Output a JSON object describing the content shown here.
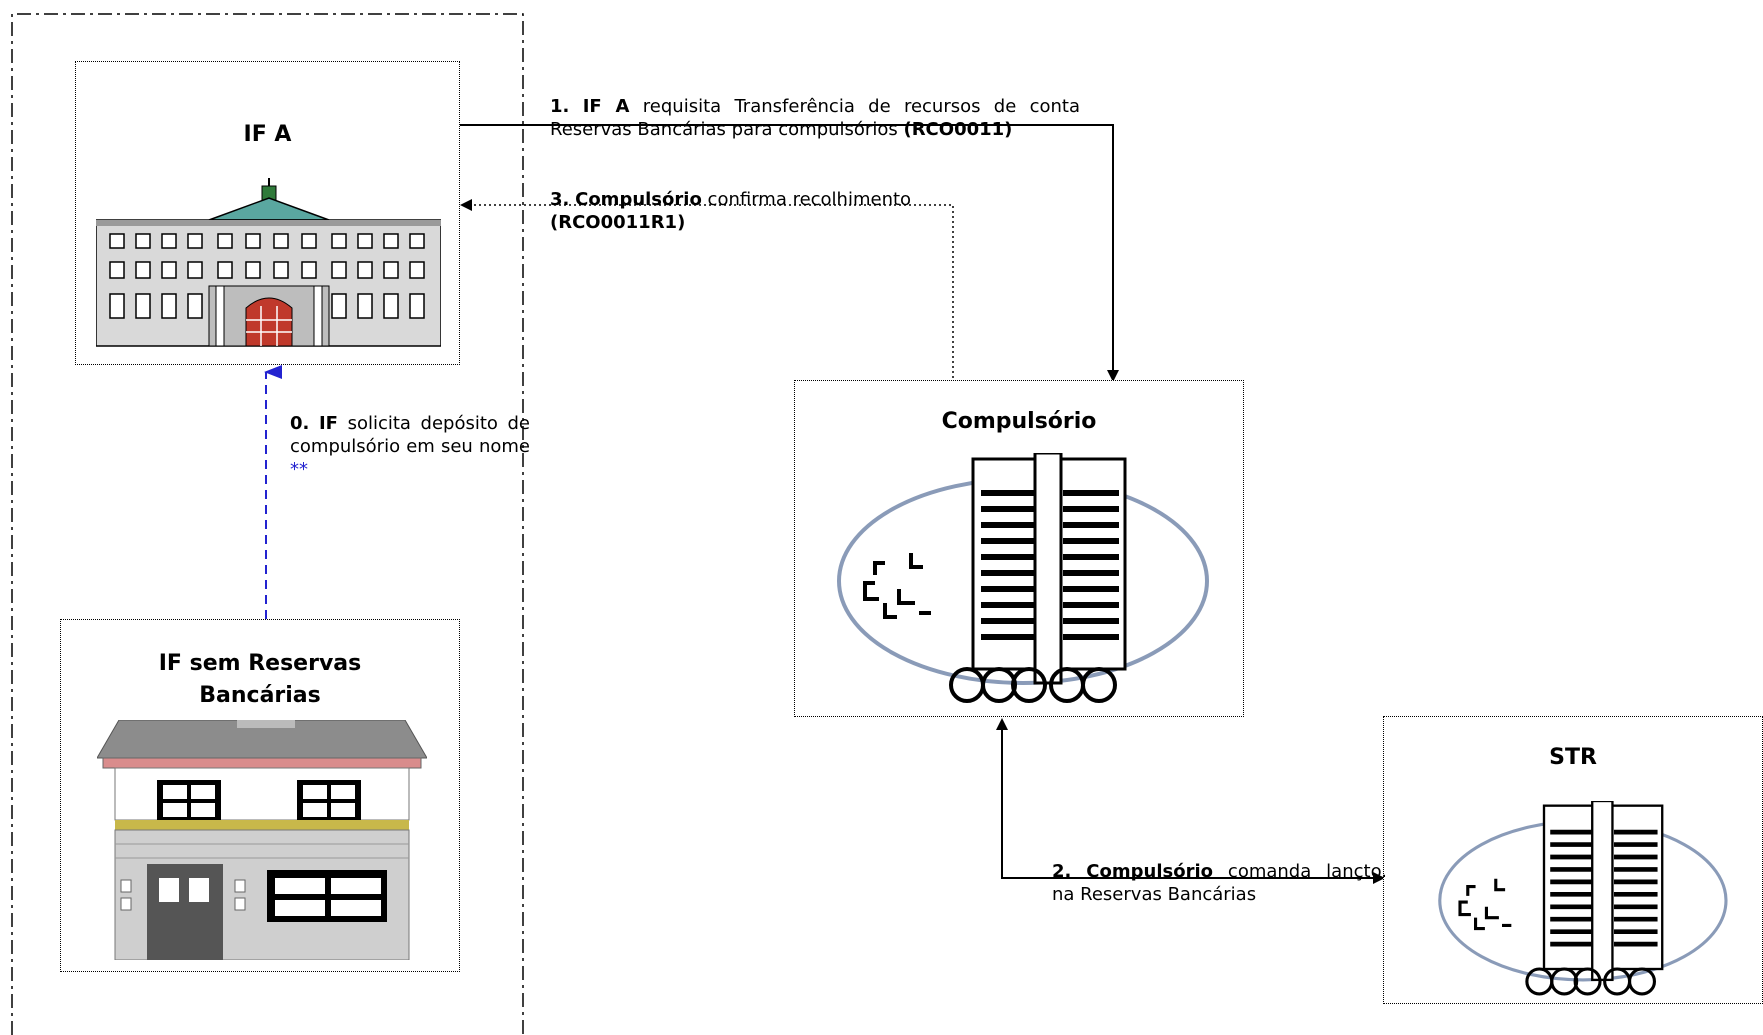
{
  "nodes": {
    "if_a": "IF A",
    "if_sem": "IF sem Reservas Bancárias",
    "compulsorio": "Compulsório",
    "str": "STR"
  },
  "steps": {
    "s0": {
      "num": "0.",
      "actor": "IF",
      "text": "solicita depósito de compulsório em seu nome",
      "mark": "**"
    },
    "s1": {
      "num": "1.",
      "actor": "IF A",
      "text": "requisita Transferência de recursos de conta Reservas Bancárias para compulsórios",
      "code": "(RCO0011)"
    },
    "s2": {
      "num": "2.",
      "actor": "Compulsório",
      "text": "comanda lançto. na Reservas Bancárias"
    },
    "s3": {
      "num": "3.",
      "actor": "Compulsório",
      "text": "confirma recolhimento",
      "code": "(RCO0011R1)"
    }
  },
  "icons": [
    "bank-building-icon",
    "house-icon",
    "central-bank-logo-icon"
  ],
  "colors": {
    "dashed_arrow": "#2323d0",
    "logo_ellipse": "#8a9bb8"
  }
}
